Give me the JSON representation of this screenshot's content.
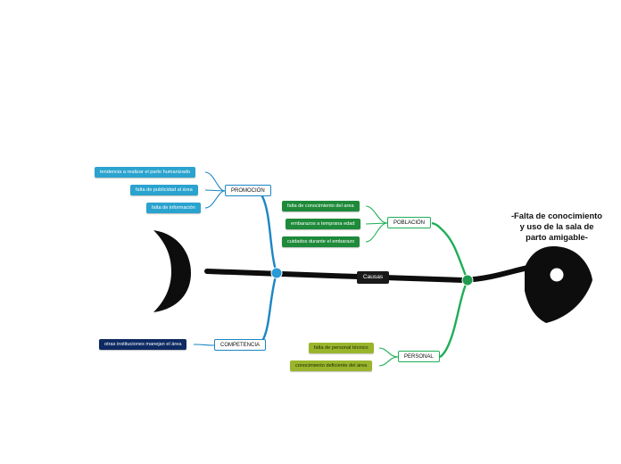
{
  "problem": {
    "line1": "-Falta de conocimiento",
    "line2": "y uso de la sala de",
    "line3": "parto amigable-"
  },
  "spine": {
    "label": "Causas"
  },
  "colors": {
    "spine": "#0d0d0d",
    "blue_branch": "#1b86c4",
    "green_branch": "#1eae57",
    "navy_leaf": "#0e2a63",
    "blue_leaf": "#2aa3cf",
    "green_leaf": "#1e8a3a",
    "olive_leaf": "#9ab52c"
  },
  "categories": {
    "promocion": {
      "label": "PROMOCIÓN",
      "items": [
        "tendencia a realizar el parto humanizado",
        "falta de publicidad al área",
        "falta de información"
      ]
    },
    "competencia": {
      "label": "COMPETENCIA",
      "items": [
        "otras instituciones manejan el área"
      ]
    },
    "poblacion": {
      "label": "POBLACIÓN",
      "items": [
        "falta de conocimiento del area",
        "embarazos a temprana edad",
        "cuidados durante el embarazo"
      ]
    },
    "personal": {
      "label": "PERSONAL",
      "items": [
        "falta de personal técnico",
        "conocimiento deficiente del área"
      ]
    }
  }
}
